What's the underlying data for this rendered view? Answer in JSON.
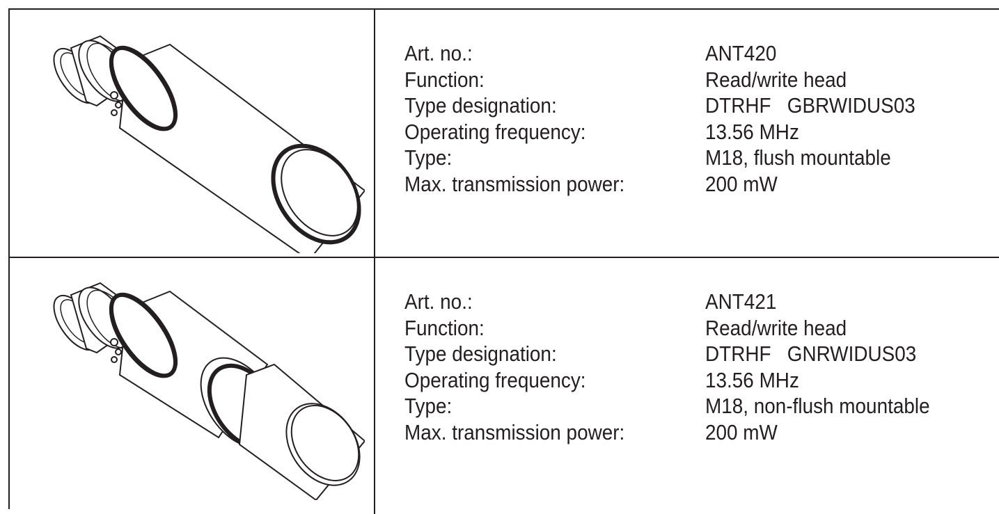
{
  "products": [
    {
      "image_icon": "cylindrical-read-write-head-flush",
      "specs": [
        {
          "label": "Art. no.:",
          "value": "ANT420"
        },
        {
          "label": "Function:",
          "value": "Read/write head"
        },
        {
          "label": "Type designation:",
          "value": "DTRHF   GBRWIDUS03"
        },
        {
          "label": "Operating frequency:",
          "value": "13.56 MHz"
        },
        {
          "label": "Type:",
          "value": "M18, flush mountable"
        },
        {
          "label": "Max. transmission power:",
          "value": "200 mW"
        }
      ]
    },
    {
      "image_icon": "cylindrical-read-write-head-non-flush",
      "specs": [
        {
          "label": "Art. no.:",
          "value": "ANT421"
        },
        {
          "label": "Function:",
          "value": "Read/write head"
        },
        {
          "label": "Type designation:",
          "value": "DTRHF   GNRWIDUS03"
        },
        {
          "label": "Operating frequency:",
          "value": "13.56 MHz"
        },
        {
          "label": "Type:",
          "value": "M18, non-flush mountable"
        },
        {
          "label": "Max. transmission power:",
          "value": "200 mW"
        }
      ]
    }
  ]
}
